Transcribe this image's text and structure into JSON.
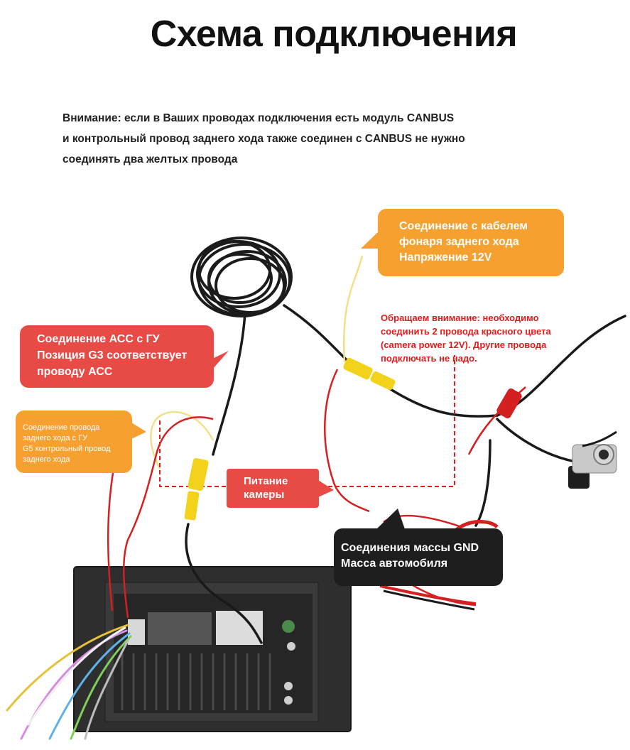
{
  "title": "Схема подключения",
  "notice": {
    "lines": [
      "Внимание: если в Ваших проводах подключения есть модуль CANBUS",
      "и контрольный провод заднего хода также соединен с CANBUS не нужно",
      "соединять два желтых провода"
    ]
  },
  "callouts": {
    "camera_cable": {
      "lines": [
        "Соединение с кабелем",
        "фонаря заднего хода",
        "Напряжение 12V"
      ]
    },
    "acc": {
      "lines": [
        "Соединение АСС с ГУ",
        "Позиция G3 соответствует",
        "проводу АСС"
      ]
    },
    "reverse": {
      "lines": [
        "Соединение провода",
        "заднего хода с ГУ",
        "G5 контрольный провод",
        "заднего хода"
      ]
    },
    "camera_power": {
      "lines": [
        "Питание",
        "камеры"
      ]
    },
    "ground": {
      "lines": [
        "Соединения массы GND",
        "Масса автомобиля"
      ]
    }
  },
  "red_note": {
    "lines": [
      "Обращаем внимание:  необходимо",
      "соединить 2 провода красного цвета",
      "(camera power 12V). Другие провода",
      "подключать не надо."
    ]
  },
  "colors": {
    "orange_callout": "#f5a02f",
    "red_callout": "#e84a45",
    "dark_callout": "#1e1e1e",
    "red_note": "#e21b1b",
    "connector_yellow": "#f2d21b",
    "wire_red": "#d42020",
    "wire_black": "#1a1a1a",
    "unit_body": "#2b2b2b"
  },
  "icons": [
    "cable-coil-icon",
    "rca-connector-icon",
    "rear-camera-icon",
    "head-unit-icon"
  ]
}
